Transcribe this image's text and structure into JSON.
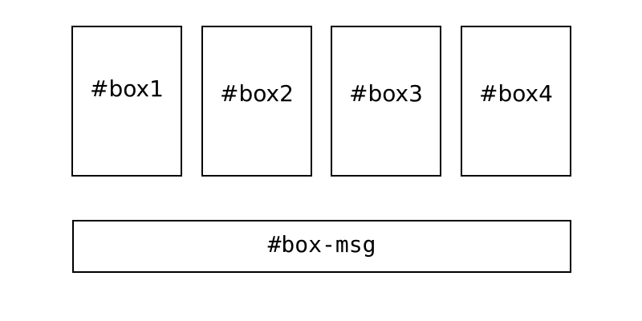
{
  "boxes": [
    {
      "label": "#box1"
    },
    {
      "label": "#box2"
    },
    {
      "label": "#box3"
    },
    {
      "label": "#box4"
    }
  ],
  "message_box": {
    "label": "#box-msg"
  }
}
